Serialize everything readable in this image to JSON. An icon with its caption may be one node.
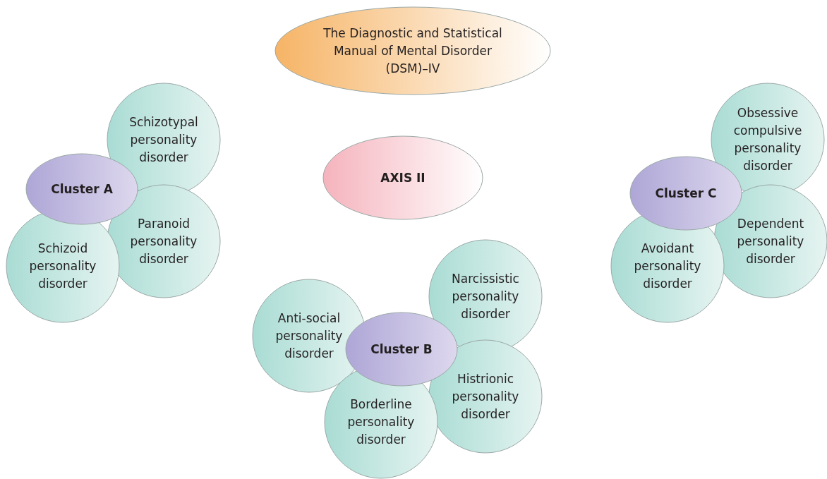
{
  "diagram": {
    "nodes": [
      {
        "text": [
          "The Diagnostic and Statistical Manual of Mental Disorder (DSM)–IV"
        ]
      },
      {
        "text": [
          "Schizotypal personality disorder"
        ]
      },
      {
        "text": [
          "Cluster A"
        ]
      },
      {
        "text": [
          "AXIS II"
        ]
      },
      {
        "text": [
          "Obsessive compulsive personality disorder"
        ]
      },
      {
        "text": [
          "Cluster C"
        ]
      },
      {
        "text": [
          "Paranoid personality disorder"
        ]
      },
      {
        "text": [
          "Schizoid personality disorder"
        ]
      },
      {
        "text": [
          "Dependent personality disorder"
        ]
      },
      {
        "text": [
          "Avoidant personality disorder"
        ]
      },
      {
        "text": [
          "Narcissistic personality disorder"
        ]
      },
      {
        "text": [
          "Anti-social personality disorder"
        ]
      },
      {
        "text": [
          "Cluster B"
        ]
      },
      {
        "text": [
          "Histrionic personality disorder"
        ]
      },
      {
        "text": [
          "Borderline personality disorder"
        ]
      }
    ],
    "edges": []
  }
}
